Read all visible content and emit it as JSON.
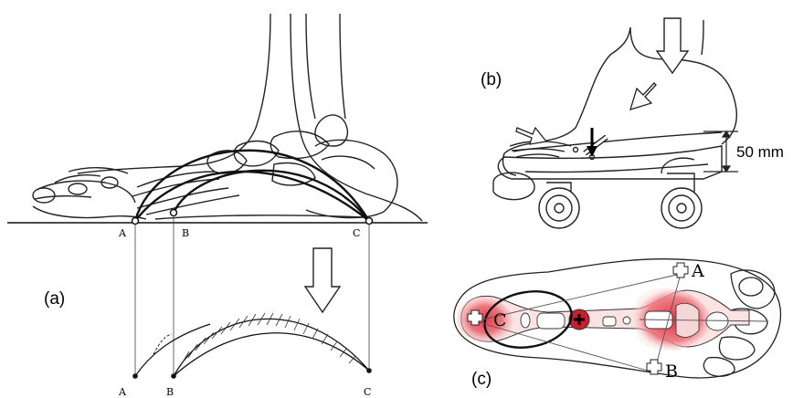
{
  "panels": {
    "a": {
      "label": "(a)",
      "points_top": [
        "A",
        "B",
        "C"
      ],
      "points_bottom": [
        "A",
        "B",
        "C"
      ]
    },
    "b": {
      "label": "(b)",
      "measurement": "50 mm"
    },
    "c": {
      "label": "(c)",
      "points": [
        "A",
        "B",
        "C"
      ]
    }
  },
  "colors": {
    "line": "#222222",
    "insole_red": "#e0283a",
    "insole_pink": "#f3b6b8",
    "insole_base": "#fbe3e3",
    "hatch": "#333333"
  }
}
